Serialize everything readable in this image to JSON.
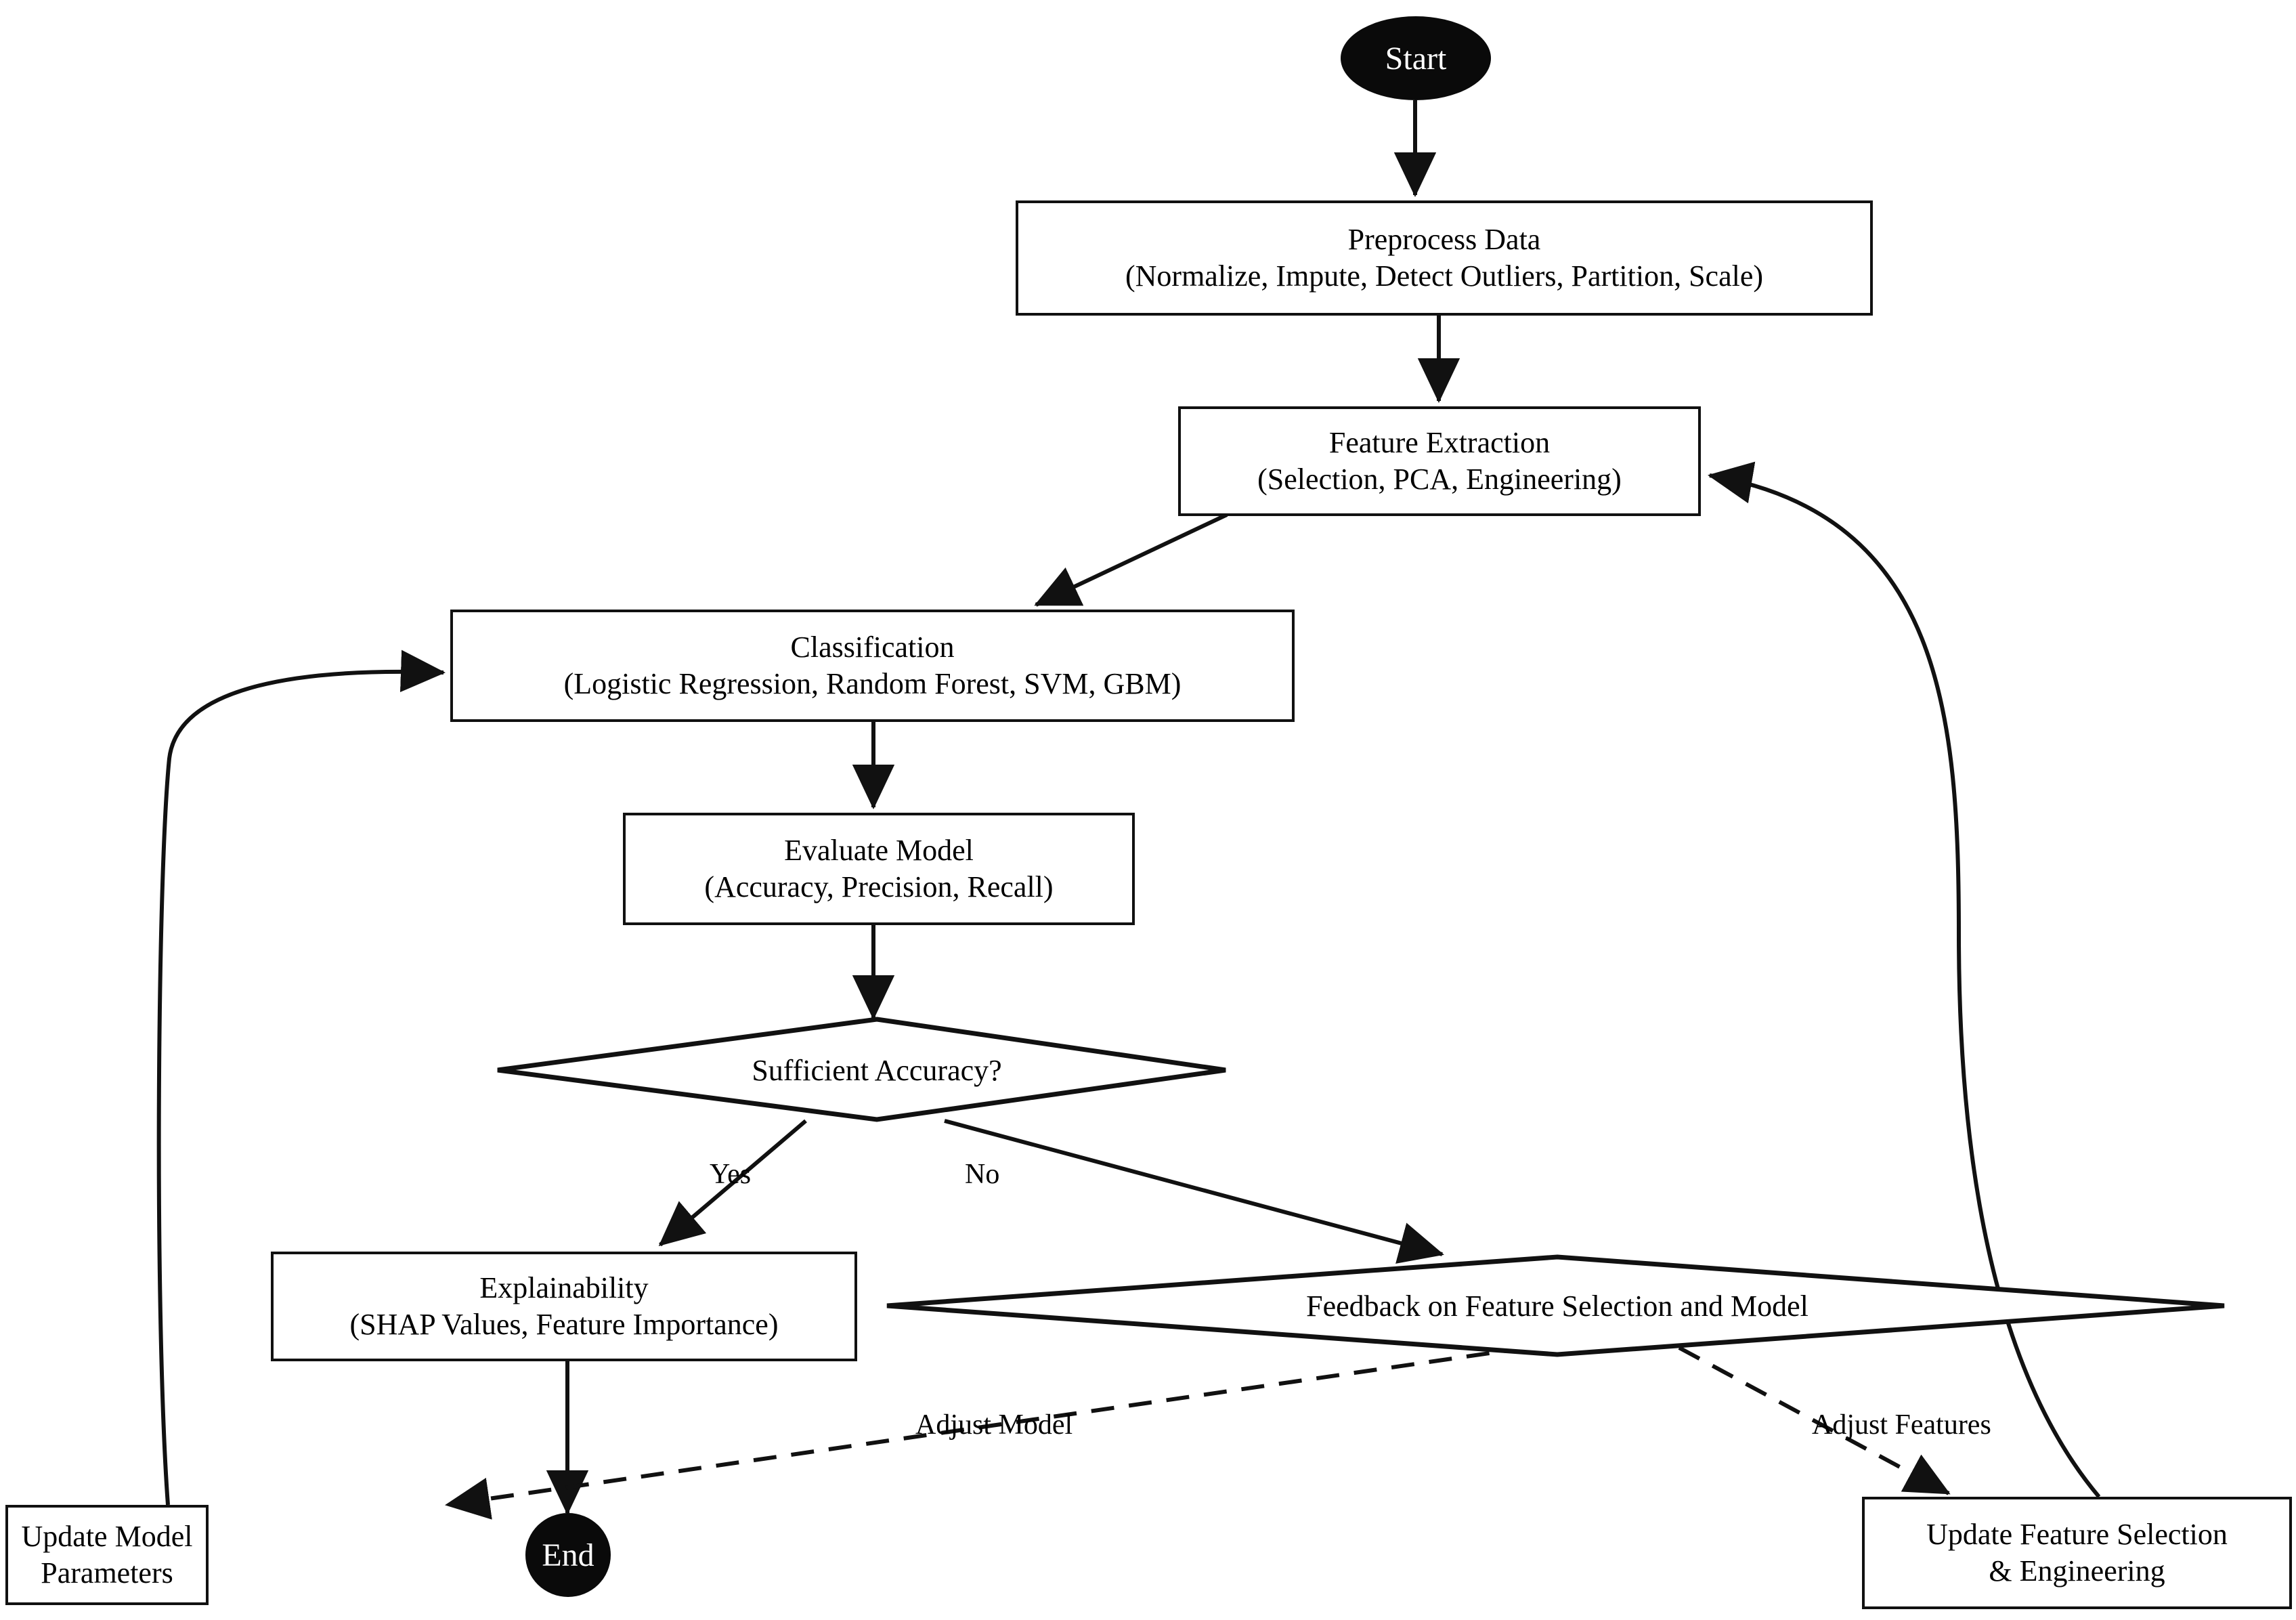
{
  "diagram": {
    "title": "Machine Learning Pipeline Flowchart",
    "background": "#ffffff",
    "line_color": "#111111",
    "terminator_fill": "#0a0a0a",
    "terminator_text": "#ffffff"
  },
  "nodes": {
    "start": {
      "label": "Start",
      "shape": "ellipse"
    },
    "preprocess": {
      "line1": "Preprocess Data",
      "line2": "(Normalize, Impute, Detect Outliers, Partition, Scale)",
      "shape": "rectangle"
    },
    "feature_extraction": {
      "line1": "Feature Extraction",
      "line2": "(Selection, PCA, Engineering)",
      "shape": "rectangle"
    },
    "classification": {
      "line1": "Classification",
      "line2": "(Logistic Regression, Random Forest, SVM, GBM)",
      "shape": "rectangle"
    },
    "evaluate": {
      "line1": "Evaluate Model",
      "line2": "(Accuracy, Precision, Recall)",
      "shape": "rectangle"
    },
    "decision_accuracy": {
      "label": "Sufficient Accuracy?",
      "shape": "diamond"
    },
    "explainability": {
      "line1": "Explainability",
      "line2": "(SHAP Values, Feature Importance)",
      "shape": "rectangle"
    },
    "feedback": {
      "label": "Feedback on Feature Selection and Model",
      "shape": "diamond"
    },
    "update_model": {
      "label": "Update Model Parameters",
      "shape": "rectangle"
    },
    "end": {
      "label": "End",
      "shape": "ellipse"
    },
    "update_features": {
      "line1": "Update Feature Selection",
      "line2": "& Engineering",
      "shape": "rectangle"
    }
  },
  "edge_labels": {
    "yes": "Yes",
    "no": "No",
    "adjust_model": "Adjust Model",
    "adjust_features": "Adjust Features"
  },
  "edges": [
    {
      "from": "start",
      "to": "preprocess",
      "style": "solid"
    },
    {
      "from": "preprocess",
      "to": "feature_extraction",
      "style": "solid"
    },
    {
      "from": "feature_extraction",
      "to": "classification",
      "style": "solid"
    },
    {
      "from": "classification",
      "to": "evaluate",
      "style": "solid"
    },
    {
      "from": "evaluate",
      "to": "decision_accuracy",
      "style": "solid"
    },
    {
      "from": "decision_accuracy",
      "to": "explainability",
      "style": "solid",
      "label": "Yes"
    },
    {
      "from": "decision_accuracy",
      "to": "feedback",
      "style": "solid",
      "label": "No"
    },
    {
      "from": "explainability",
      "to": "end",
      "style": "solid"
    },
    {
      "from": "feedback",
      "to": "update_model",
      "style": "dashed",
      "label": "Adjust Model"
    },
    {
      "from": "feedback",
      "to": "update_features",
      "style": "dashed",
      "label": "Adjust Features"
    },
    {
      "from": "update_model",
      "to": "classification",
      "style": "solid",
      "curved": true
    },
    {
      "from": "update_features",
      "to": "feature_extraction",
      "style": "solid",
      "curved": true
    }
  ]
}
